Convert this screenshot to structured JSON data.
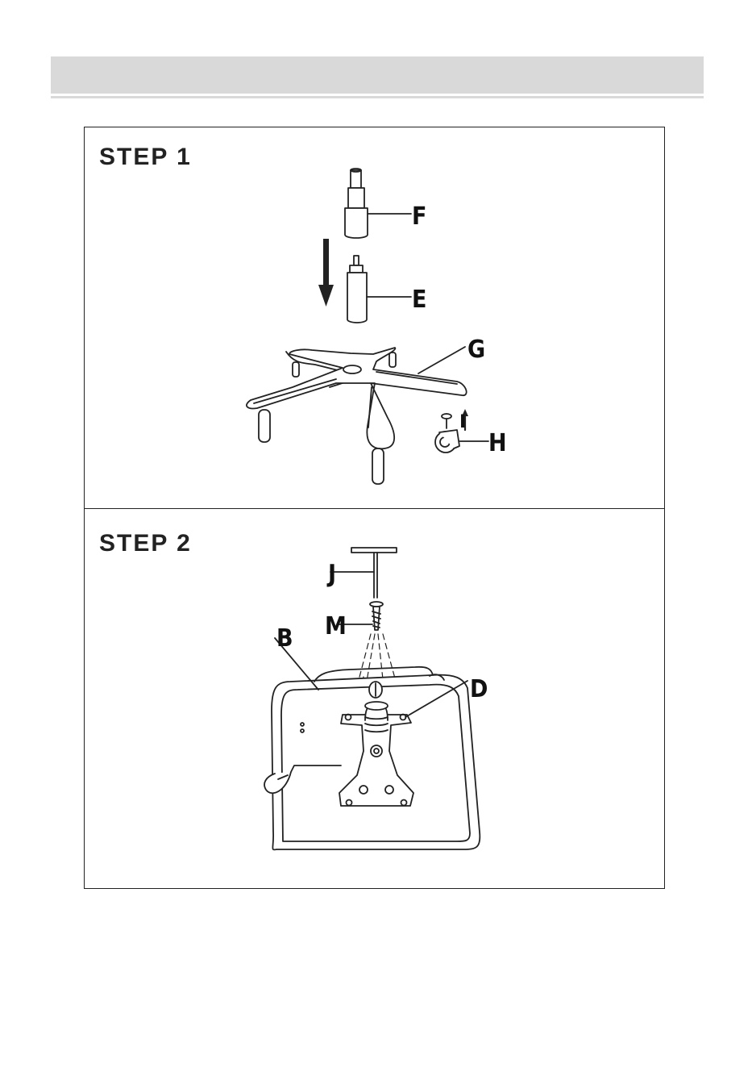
{
  "steps": [
    {
      "title": "STEP 1",
      "labels": {
        "f": "F",
        "e": "E",
        "g": "G",
        "h": "H",
        "i": "I"
      }
    },
    {
      "title": "STEP 2",
      "labels": {
        "j": "J",
        "m": "M",
        "b": "B",
        "d": "D"
      }
    }
  ]
}
